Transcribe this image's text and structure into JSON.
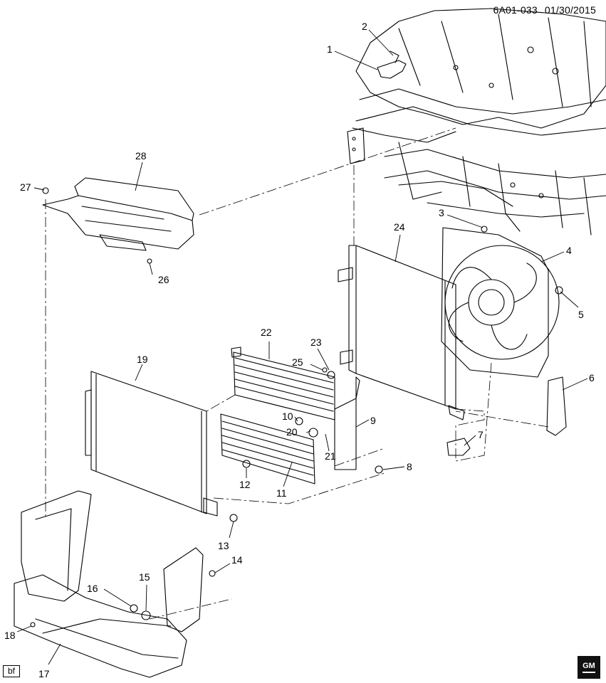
{
  "header": {
    "code": "6A01-033",
    "date": "01/30/2015"
  },
  "corner_tag": "bf",
  "logo_text": "GM",
  "callouts": [
    "1",
    "2",
    "3",
    "4",
    "5",
    "6",
    "7",
    "8",
    "9",
    "10",
    "11",
    "12",
    "13",
    "14",
    "15",
    "16",
    "17",
    "18",
    "19",
    "20",
    "21",
    "22",
    "23",
    "24",
    "25",
    "26",
    "27",
    "28"
  ]
}
